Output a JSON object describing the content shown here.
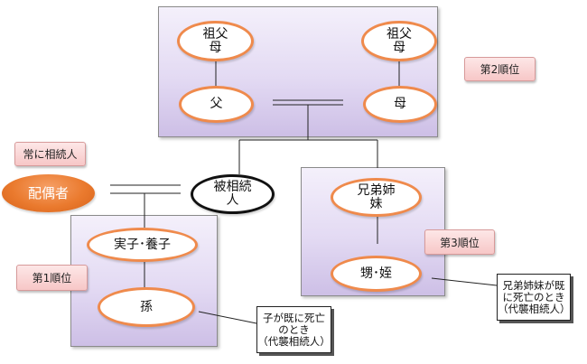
{
  "nodes": {
    "grandparent_left": [
      "祖父",
      "母"
    ],
    "grandparent_right": [
      "祖父",
      "母"
    ],
    "father": "父",
    "mother": "母",
    "spouse": "配偶者",
    "deceased": [
      "被相続",
      "人"
    ],
    "child": "実子･養子",
    "grandchild": "孫",
    "sibling": [
      "兄弟姉",
      "妹"
    ],
    "nephew": "甥･姪"
  },
  "labels": {
    "second_rank": "第2順位",
    "always_heir": "常に相続人",
    "first_rank": "第1順位",
    "third_rank": "第3順位"
  },
  "callouts": {
    "sibling_note": [
      "兄弟姉妹が既",
      "に死亡のとき",
      "（代襲相続人）"
    ],
    "child_note": [
      "子が既に死亡",
      "のとき",
      "（代襲相続人）"
    ]
  },
  "colors": {
    "oval_border": "#ef8a4c",
    "spouse_fill": "#ea7a2e",
    "group_box": "#e3daf3",
    "rank_tag": "#f7c7c7"
  }
}
